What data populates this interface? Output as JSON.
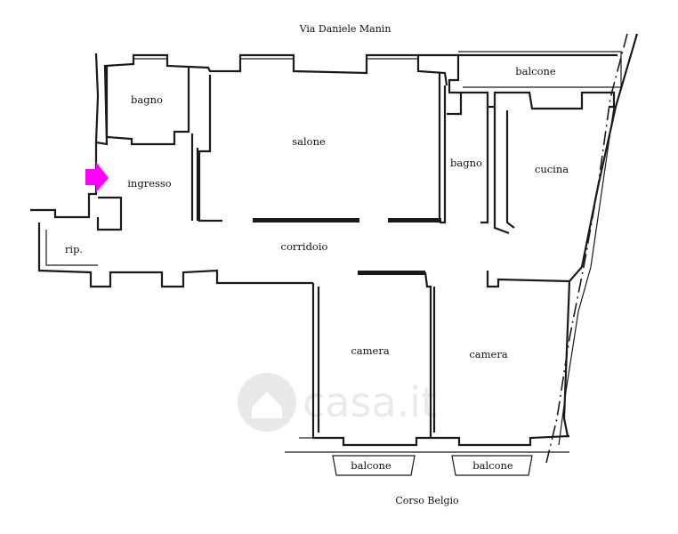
{
  "streets": {
    "top": "Via Daniele Manin",
    "bottom": "Corso Belgio"
  },
  "rooms": {
    "bagno_left": "bagno",
    "ingresso": "ingresso",
    "rip": "rip.",
    "salone": "salone",
    "bagno_right": "bagno",
    "cucina": "cucina",
    "balcone_top": "balcone",
    "corridoio": "corridoio",
    "camera_left": "camera",
    "camera_right": "camera",
    "balcone_bottom_left": "balcone",
    "balcone_bottom_right": "balcone"
  },
  "entrance_marker": {
    "color": "#ff00ff",
    "icon": "entrance-arrow-icon"
  },
  "watermark": {
    "text": "casa.it",
    "icon": "house-logo-icon"
  }
}
